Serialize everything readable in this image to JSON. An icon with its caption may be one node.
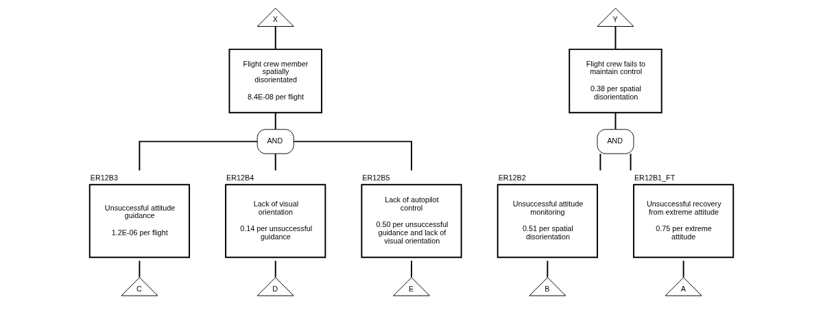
{
  "diagram": {
    "nodes": [
      {
        "text": [
          "X"
        ]
      },
      {
        "text": [
          "Flight crew member spatially disorientated",
          "8.4E-08 per flight"
        ]
      },
      {
        "text": [
          "AND"
        ]
      },
      {
        "text": [
          "ER12B3",
          "Unsuccessful attitude guidance",
          "1.2E-06 per flight"
        ]
      },
      {
        "text": [
          "C"
        ]
      },
      {
        "text": [
          "ER12B4",
          "Lack of visual orientation",
          "0.14 per unsuccessful guidance"
        ]
      },
      {
        "text": [
          "D"
        ]
      },
      {
        "text": [
          "ER12B5",
          "Lack of autopilot control",
          "0.50 per unsuccessful guidance and lack of visual orientation"
        ]
      },
      {
        "text": [
          "E"
        ]
      },
      {
        "text": [
          "Y"
        ]
      },
      {
        "text": [
          "Flight crew fails to maintain control",
          "0.38 per spatial disorientation"
        ]
      },
      {
        "text": [
          "AND"
        ]
      },
      {
        "text": [
          "ER12B2",
          "Unsuccessful attitude monitoring",
          "0.51 per spatial disorientation"
        ]
      },
      {
        "text": [
          "B"
        ]
      },
      {
        "text": [
          "ER12B1_FT",
          "Unsuccessful recovery from extreme attitude",
          "0.75 per extreme attitude"
        ]
      },
      {
        "text": [
          "A"
        ]
      }
    ],
    "edges": [
      {
        "from": 0,
        "to": 1,
        "arrow": "none"
      },
      {
        "from": 1,
        "to": 2,
        "arrow": "none"
      },
      {
        "from": 2,
        "to": 3,
        "arrow": "none"
      },
      {
        "from": 2,
        "to": 5,
        "arrow": "none"
      },
      {
        "from": 2,
        "to": 7,
        "arrow": "none"
      },
      {
        "from": 3,
        "to": 4,
        "arrow": "none"
      },
      {
        "from": 5,
        "to": 6,
        "arrow": "none"
      },
      {
        "from": 7,
        "to": 8,
        "arrow": "none"
      },
      {
        "from": 9,
        "to": 10,
        "arrow": "none"
      },
      {
        "from": 10,
        "to": 11,
        "arrow": "none"
      },
      {
        "from": 11,
        "to": 12,
        "arrow": "none"
      },
      {
        "from": 11,
        "to": 14,
        "arrow": "none"
      },
      {
        "from": 12,
        "to": 13,
        "arrow": "none"
      },
      {
        "from": 14,
        "to": 15,
        "arrow": "none"
      }
    ]
  }
}
